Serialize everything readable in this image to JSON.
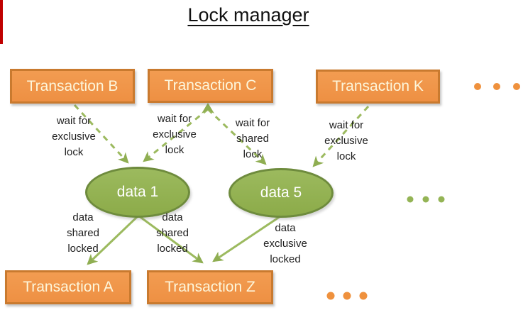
{
  "title": "Lock manager",
  "nodes": {
    "waiting_transactions": [
      {
        "label": "Transaction B"
      },
      {
        "label": "Transaction C"
      },
      {
        "label": "Transaction K"
      }
    ],
    "data_items": [
      {
        "label": "data 1"
      },
      {
        "label": "data 5"
      }
    ],
    "holding_transactions": [
      {
        "label": "Transaction A"
      },
      {
        "label": "Transaction Z"
      }
    ]
  },
  "edge_labels": {
    "b_data1": "wait for\nexclusive\nlock",
    "c_data1": "wait for\nexclusive\nlock",
    "c_data5": "wait for\nshared\nlock",
    "k_data5": "wait for\nexclusive\nlock",
    "data1_a": "data\nshared\nlocked",
    "data1_z": "data\nshared\nlocked",
    "data5_z": "data\nexclusive\nlocked"
  },
  "colors": {
    "transaction_fill": "#F0964B",
    "transaction_border": "#C97A2F",
    "transaction_text": "#FDF6DB",
    "data_fill": "#94B455",
    "data_border": "#6E8B3D",
    "arrow_green": "#9CBA5F",
    "ellipsis_orange": "#EF913D",
    "ellipsis_green": "#94B455",
    "label_text": "#1F1F1F",
    "corner_mark_red": "#C00000"
  }
}
